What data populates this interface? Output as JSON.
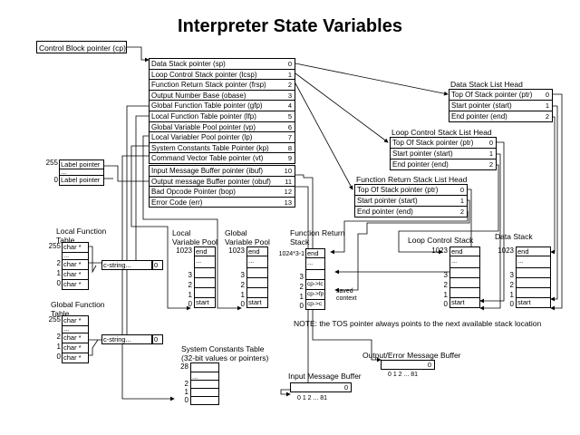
{
  "title": "Interpreter State Variables",
  "control_block_pointer": "Control Block pointer (cp)",
  "control_block": [
    {
      "label": "Data Stack pointer (sp)",
      "num": "0"
    },
    {
      "label": "Loop Control Stack pointer (lcsp)",
      "num": "1"
    },
    {
      "label": "Function Return Stack pointer (frsp)",
      "num": "2"
    },
    {
      "label": "Output Number Base (obase)",
      "num": "3"
    },
    {
      "label": "Global Function Table pointer (gfp)",
      "num": "4"
    },
    {
      "label": "Local Function Table pointer (lfp)",
      "num": "5"
    },
    {
      "label": "Global Variable Pool pointer (vp)",
      "num": "6"
    },
    {
      "label": "Local Variabler Pool pointer (lp)",
      "num": "7"
    },
    {
      "label": "System Constants Table Pointer (kp)",
      "num": "8"
    },
    {
      "label": "Command Vector Table pointer (vt)",
      "num": "9"
    },
    {
      "label": "Input Message Buffer pointer (ibuf)",
      "num": "10"
    },
    {
      "label": "Output message Buffer pointer (obuf)",
      "num": "11"
    },
    {
      "label": "Bad Opcode Pointer (bop)",
      "num": "12"
    },
    {
      "label": "Error Code (err)",
      "num": "13"
    }
  ],
  "data_stack_head": {
    "title": "Data Stack List Head",
    "rows": [
      {
        "label": "Top Of Stack pointer (ptr)",
        "num": "0"
      },
      {
        "label": "Start pointer (start)",
        "num": "1"
      },
      {
        "label": "End pointer (end)",
        "num": "2"
      }
    ]
  },
  "loop_stack_head": {
    "title": "Loop Control Stack List Head",
    "rows": [
      {
        "label": "Top Of Stack pointer (ptr)",
        "num": "0"
      },
      {
        "label": "Start pointer (start)",
        "num": "1"
      },
      {
        "label": "End pointer (end)",
        "num": "2"
      }
    ]
  },
  "func_stack_head": {
    "title": "Function Return Stack List Head",
    "rows": [
      {
        "label": "Top Of Stack pointer (ptr)",
        "num": "0"
      },
      {
        "label": "Start pointer (start)",
        "num": "1"
      },
      {
        "label": "End pointer (end)",
        "num": "2"
      }
    ]
  },
  "label_table": {
    "top_index": "255",
    "dots": "...",
    "bottom_index": "0",
    "top_label": "Label pointer",
    "bottom_label": "Label pointer"
  },
  "local_function_table": {
    "title": "Local Function\nTable",
    "indices": [
      "255",
      "2",
      "1",
      "0"
    ],
    "entries": [
      "char *",
      "...",
      "char *",
      "char *",
      "char *"
    ],
    "cstring": "c-string...",
    "cstring_end": "0"
  },
  "global_function_table": {
    "title": "Global Function\nTable",
    "indices": [
      "255",
      "2",
      "1",
      "0"
    ],
    "entries": [
      "char *",
      "...",
      "char *",
      "char *",
      "char *"
    ],
    "cstring": "c-string...",
    "cstring_end": "0"
  },
  "local_variable_pool": {
    "title": "Local\nVariable Pool",
    "indices": [
      "1023",
      "3",
      "2",
      "1",
      "0"
    ],
    "top": "end",
    "dots": "...",
    "bottom": "start"
  },
  "global_variable_pool": {
    "title": "Global\nVariable Pool",
    "indices": [
      "1023",
      "3",
      "2",
      "1",
      "0"
    ],
    "top": "end",
    "dots": "...",
    "bottom": "start"
  },
  "function_return_stack": {
    "title": "Function Return\nStack",
    "top_index": "1024*3-1",
    "indices": [
      "3",
      "2",
      "1",
      "0"
    ],
    "top": "end",
    "dots": "...",
    "cells": [
      "cp->lc",
      "cp->fp",
      "cp->c"
    ],
    "annotation": "saved\ncontext"
  },
  "loop_control_stack": {
    "title": "Loop Control Stack",
    "indices": [
      "1023",
      "3",
      "2",
      "1",
      "0"
    ],
    "top": "end",
    "dots": "...",
    "bottom": "start"
  },
  "data_stack": {
    "title": "Data Stack",
    "indices": [
      "1023",
      "3",
      "2",
      "1",
      "0"
    ],
    "top": "end",
    "dots": "...",
    "bottom": "start"
  },
  "note": "NOTE: the TOS pointer always points to the next available stack location",
  "system_constants": {
    "title": "System Constants Table\n(32-bit values or pointers)",
    "indices": [
      "28",
      "2",
      "1",
      "0"
    ],
    "dots": "..."
  },
  "output_buffer": {
    "title": "Output/Error Message Buffer",
    "last": "0",
    "indices": "0 1 2 ... 81"
  },
  "input_buffer": {
    "title": "Input Message Buffer",
    "last": "0",
    "indices": "0 1 2 ... 81"
  }
}
